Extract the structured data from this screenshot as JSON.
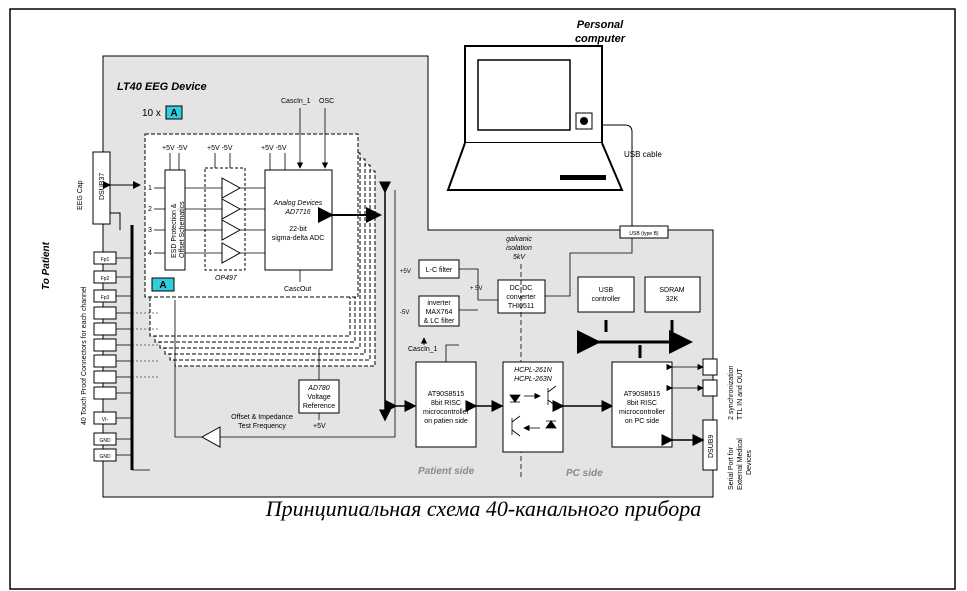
{
  "caption": "Принципиальная схема 40-канального прибора",
  "pc": {
    "title_line1": "Personal",
    "title_line2": "computer",
    "usb_cable": "USB cable",
    "usb_port": "USB (type B)"
  },
  "device": {
    "title": "LT40 EEG Device",
    "repeat": "10 x",
    "block_a": "A",
    "dsub37": "DSUB37",
    "eeg_cap": "EEG Cap",
    "to_patient": "To Patient",
    "connectors_label": "40 Touch Proof Connectors for each channel",
    "connectors": [
      "Fp1",
      "Fp2",
      "Fp3",
      "",
      "",
      "",
      "",
      "",
      "",
      "VI-",
      "GND",
      "GND"
    ],
    "esd_line1": "ESD Protection &",
    "esd_line2": "Offset Schematics",
    "channels": [
      "1",
      "2",
      "3",
      "4"
    ],
    "supply_esd": "+5V -5V",
    "supply_opamp": "+5V -5V",
    "supply_adc": "+5V -5V",
    "opamp": "OP497",
    "adc_line1": "Analog Devices",
    "adc_line2": "AD7716",
    "adc_line3": "22-bit",
    "adc_line4": "sigma-delta ADC",
    "cascin_top": "CascIn_1",
    "osc": "OSC",
    "cascout": "CascOut",
    "ref_line1": "AD780",
    "ref_line2": "Voltage",
    "ref_line3": "Reference",
    "ref_supply": "+5V",
    "offset_line1": "Offset & Impedance",
    "offset_line2": "Test Frequency",
    "lc_filter": "L-C filter",
    "lc_in": "+5V",
    "inv_line1": "inverter",
    "inv_line2": "MAX764",
    "inv_line3": "& LC filter",
    "inv_in": "-5V",
    "plus5v": "+ 5V",
    "iso_line1": "galvanic",
    "iso_line2": "isolation",
    "iso_line3": "5kV",
    "dcdc_line1": "DC-DC",
    "dcdc_line2": "converter",
    "dcdc_line3": "THI0511",
    "usbc_line1": "USB",
    "usbc_line2": "controller",
    "sdram_line1": "SDRAM",
    "sdram_line2": "32K",
    "cascin_bottom": "CascIn_1",
    "mcu_patient": [
      "AT90S8515",
      "8bit RISC",
      "microcontroller",
      "on patien side"
    ],
    "opto_line1": "HCPL-261N",
    "opto_line2": "HCPL-263N",
    "mcu_pc": [
      "AT90S8515",
      "8bit RISC",
      "microcontroller",
      "on PC side"
    ],
    "patient_side": "Patient side",
    "pc_side": "PC side",
    "sync_line1": "2 synchronization",
    "sync_line2": "TTL IN and OUT",
    "dsub9": "DSUB9",
    "serial_line1": "Serial Port for",
    "serial_line2": "External Medical",
    "serial_line3": "Devices"
  },
  "colors": {
    "panel": "#e4e4e4",
    "accent": "#33ccdd",
    "line": "#000000",
    "label_gray": "#8a8a8a"
  }
}
